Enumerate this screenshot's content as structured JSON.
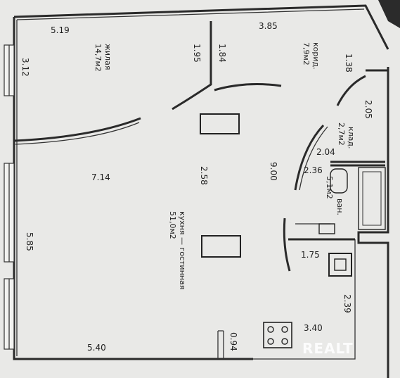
{
  "dimensions": {
    "d519": "5.19",
    "d385": "3.85",
    "d138": "1.38",
    "d312": "3.12",
    "d195": "1.95",
    "d184": "1.84",
    "d205": "2.05",
    "d204": "2.04",
    "d236": "2.36",
    "d714": "7.14",
    "d258": "2.58",
    "d900": "9.00",
    "d585": "5.85",
    "d175": "1.75",
    "d239": "2.39",
    "d340": "3.40",
    "d094": "0.94",
    "d540": "5.40"
  },
  "rooms": {
    "living_name": "жилая",
    "living_area": "14,7м2",
    "corridor_name": "корид.",
    "corridor_area": "7,9м2",
    "storage_name": "клад.",
    "storage_area": "2,7м2",
    "bath_name": "ван.",
    "bath_area": "5,1м2",
    "kitchen_name": "кухня — гостинная",
    "kitchen_area": "51,0м2"
  },
  "watermark": "REALT"
}
